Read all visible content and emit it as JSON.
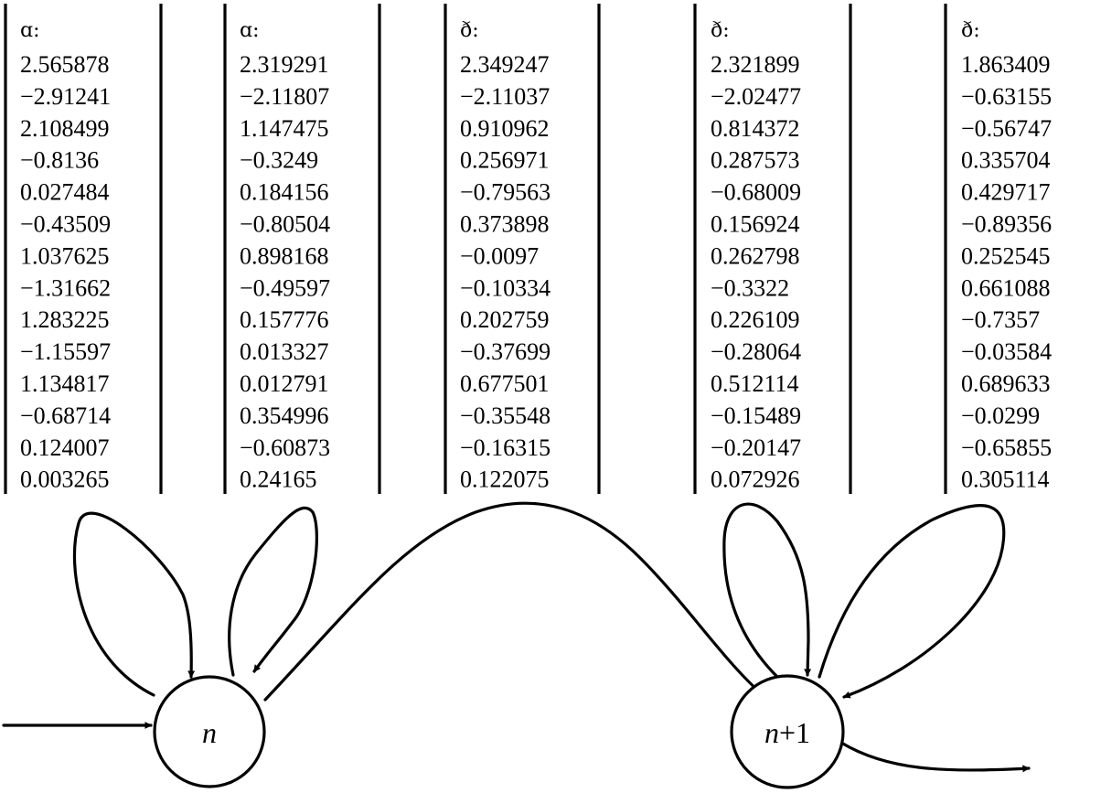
{
  "table": {
    "columns": [
      {
        "header": "ɑ:",
        "values": [
          "2.565878",
          "−2.91241",
          "2.108499",
          "−0.8136",
          "0.027484",
          "−0.43509",
          "1.037625",
          "−1.31662",
          "1.283225",
          "−1.15597",
          "1.134817",
          "−0.68714",
          "0.124007",
          "0.003265"
        ]
      },
      {
        "header": "ɑ:",
        "values": [
          "2.319291",
          "−2.11807",
          "1.147475",
          "−0.3249",
          "0.184156",
          "−0.80504",
          "0.898168",
          "−0.49597",
          "0.157776",
          "0.013327",
          "0.012791",
          "0.354996",
          "−0.60873",
          "0.24165"
        ]
      },
      {
        "header": "ð:",
        "values": [
          "2.349247",
          "−2.11037",
          "0.910962",
          "0.256971",
          "−0.79563",
          "0.373898",
          "−0.0097",
          "−0.10334",
          "0.202759",
          "−0.37699",
          "0.677501",
          "−0.35548",
          "−0.16315",
          "0.122075"
        ]
      },
      {
        "header": "ð:",
        "values": [
          "2.321899",
          "−2.02477",
          "0.814372",
          "0.287573",
          "−0.68009",
          "0.156924",
          "0.262798",
          "−0.3322",
          "0.226109",
          "−0.28064",
          "0.512114",
          "−0.15489",
          "−0.20147",
          "0.072926"
        ]
      },
      {
        "header": "ð:",
        "values": [
          "1.863409",
          "−0.63155",
          "−0.56747",
          "0.335704",
          "0.429717",
          "−0.89356",
          "0.252545",
          "0.661088",
          "−0.7357",
          "−0.03584",
          "0.689633",
          "−0.0299",
          "−0.65855",
          "0.305114"
        ]
      }
    ]
  },
  "states": [
    {
      "label_var": "n",
      "label_suffix": ""
    },
    {
      "label_var": "n",
      "label_suffix": "+1"
    }
  ]
}
